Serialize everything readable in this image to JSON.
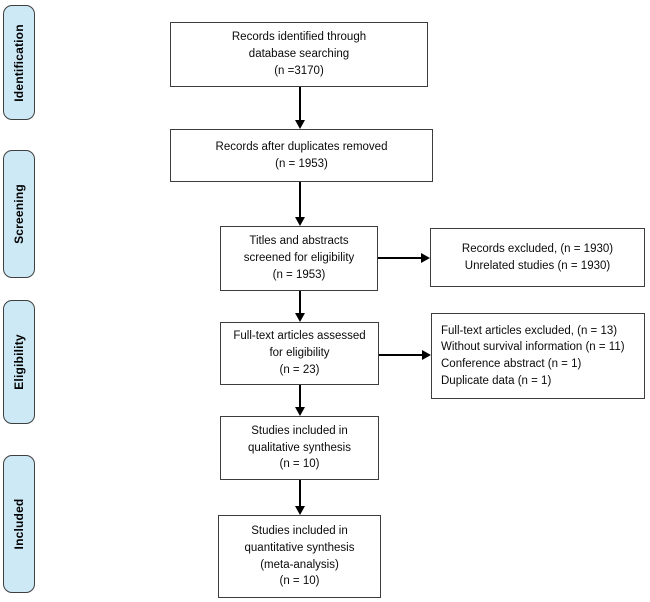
{
  "diagram_type": "prisma-flow-diagram",
  "colors": {
    "stage_fill": "#cde9f6",
    "stage_border": "#3f3f3f",
    "box_border": "#3d3d3d",
    "arrow": "#000000"
  },
  "sidebar": {
    "items": [
      {
        "label": "Identification"
      },
      {
        "label": "Screening"
      },
      {
        "label": "Eligibility"
      },
      {
        "label": "Included"
      }
    ]
  },
  "flow": {
    "boxes": [
      {
        "text": "Records identified through\ndatabase searching\n(n =3170)"
      },
      {
        "text": "Records after duplicates removed\n(n = 1953)"
      },
      {
        "text": "Titles and abstracts\nscreened for eligibility\n(n = 1953)"
      },
      {
        "text": "Full-text articles assessed\nfor eligibility\n(n = 23)"
      },
      {
        "text": "Studies included in\nqualitative synthesis\n(n = 10)"
      },
      {
        "text": "Studies included in\nquantitative synthesis\n(meta-analysis)\n(n = 10)"
      }
    ],
    "exclusions": [
      {
        "text": "Records excluded, (n = 1930)\nUnrelated studies (n = 1930)"
      },
      {
        "text": "Full-text articles excluded, (n = 13)\nWithout survival information (n = 11)\nConference abstract (n = 1)\nDuplicate data (n = 1)"
      }
    ]
  }
}
